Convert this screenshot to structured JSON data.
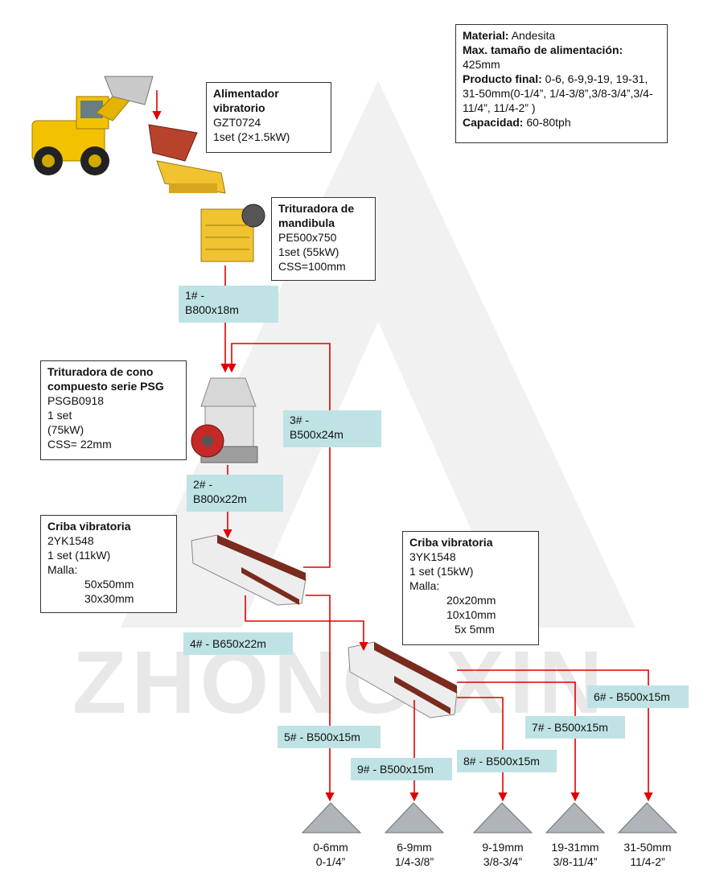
{
  "watermark": "ZHONG XIN",
  "colors": {
    "flow": "#e00000",
    "conveyor": "#bfe3e4",
    "accent": "#8a2a1c"
  },
  "spec_box": {
    "material_label": "Material:",
    "material_value": " Andesita",
    "feed_label": "Max. tamaño de alimentación:",
    "feed_value": "425mm",
    "product_label": "Producto final:",
    "product_value": " 0-6, 6-9,9-19, 19-31, 31-50mm(0-1/4”, 1/4-3/8”,3/8-3/4”,3/4-11/4”, 11/4-2” )",
    "capacity_label": "Capacidad:",
    "capacity_value": "  60-80tph"
  },
  "machines": {
    "feeder": {
      "title": "Alimentador vibratorio",
      "lines": [
        "GZT0724",
        "1set (2×1.5kW)"
      ]
    },
    "jaw": {
      "title": "Trituradora de mandibula",
      "lines": [
        "PE500x750",
        "1set (55kW)",
        "CSS=100mm"
      ]
    },
    "cone": {
      "title": "Trituradora de cono compuesto serie PSG",
      "lines": [
        "PSGB0918",
        "1 set",
        "(75kW)",
        "CSS= 22mm"
      ]
    },
    "screen1": {
      "title": "Criba vibratoria",
      "lines": [
        "2YK1548",
        "1 set (11kW)",
        "Malla:",
        "50x50mm",
        "30x30mm"
      ]
    },
    "screen2": {
      "title": "Criba vibratoria",
      "lines": [
        "3YK1548",
        "1 set (15kW)",
        "Malla:",
        "20x20mm",
        "10x10mm",
        "5x 5mm"
      ]
    }
  },
  "conveyors": {
    "c1": [
      "1# -",
      "B800x18m"
    ],
    "c2": [
      "2# -",
      "B800x22m"
    ],
    "c3": [
      "3# -",
      "B500x24m"
    ],
    "c4": "4# - B650x22m",
    "c5": "5# - B500x15m",
    "c6": "6# - B500x15m",
    "c7": "7# - B500x15m",
    "c8": "8# - B500x15m",
    "c9": "9# - B500x15m"
  },
  "products": [
    {
      "mm": "0-6mm",
      "inch": "0-1/4”"
    },
    {
      "mm": "6-9mm",
      "inch": "1/4-3/8”"
    },
    {
      "mm": "9-19mm",
      "inch": "3/8-3/4”"
    },
    {
      "mm": "19-31mm",
      "inch": "3/8-11/4”"
    },
    {
      "mm": "31-50mm",
      "inch": "11/4-2”"
    }
  ]
}
